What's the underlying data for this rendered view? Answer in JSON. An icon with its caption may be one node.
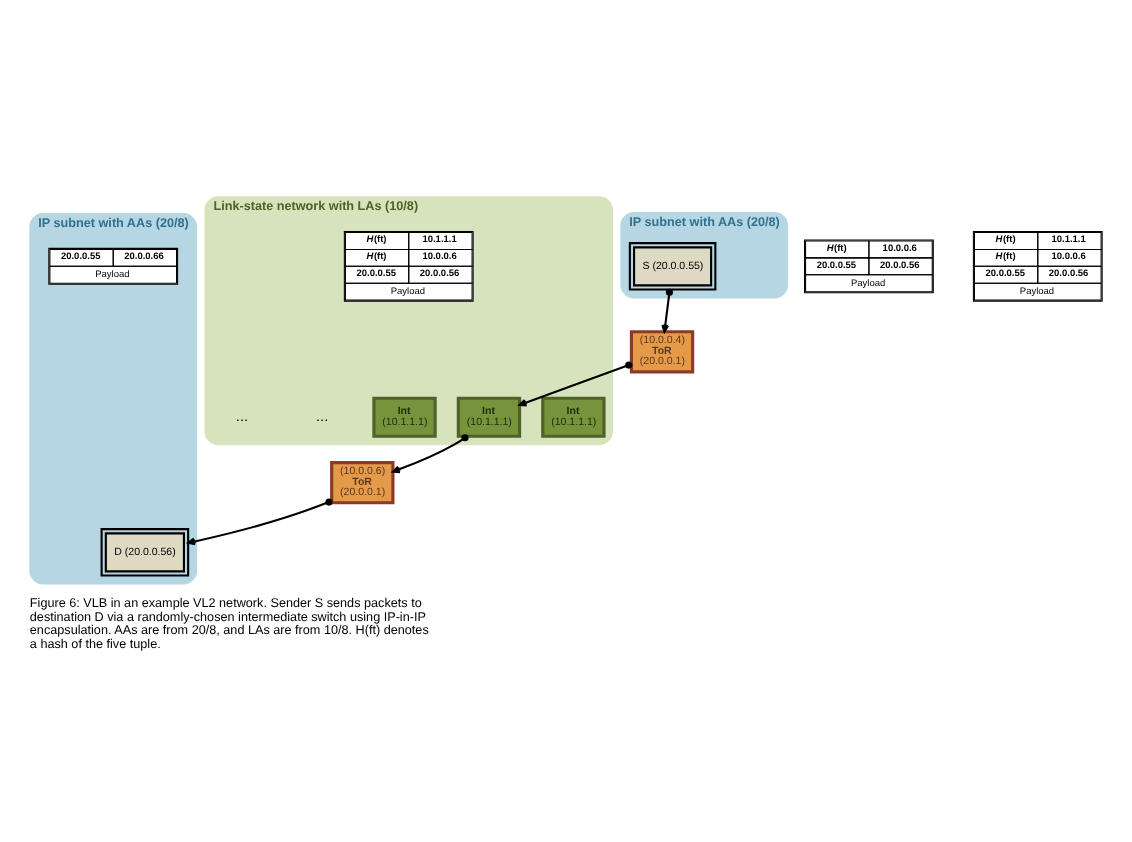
{
  "diagram": {
    "caption": "Figure 6: VLB in an example VL2 network. Sender S sends packets to destination D via a randomly-chosen intermediate switch using IP-in-IP encapsulation. AAs are from 20/8, and LAs are from 10/8. H(ft) denotes a hash of the five tuple.",
    "nodes": [
      {
        "text": [
          "Link-state network with LAs (10/8)"
        ]
      },
      {
        "text": [
          "Int",
          "(10.1.1.1)"
        ],
        "in": 0
      },
      {
        "text": [
          "Int",
          "(10.1.1.1)"
        ],
        "in": 0
      },
      {
        "text": [
          "Int",
          "(10.1.1.1)"
        ],
        "in": 0
      },
      {
        "text": [
          "*H*(ft)",
          "10.1.1.1",
          "*H*(ft)",
          "10.0.0.6",
          "20.0.0.55",
          "20.0.0.56",
          "Payload"
        ],
        "in": 0
      },
      {
        "text": [
          "*H*(ft)",
          "10.0.0.6",
          "20.0.0.55",
          "20.0.0.56",
          "Payload"
        ]
      },
      {
        "text": [
          "(10.0.0.4)",
          "ToR",
          "(20.0.0.1)"
        ]
      },
      {
        "text": [
          "(10.0.0.6)",
          "ToR",
          "(20.0.0.1)"
        ]
      },
      {
        "text": [
          "IP subnet with AAs (20/8)"
        ]
      },
      {
        "text": [
          "*H*(ft)",
          "10.1.1.1",
          "*H*(ft)",
          "10.0.0.6",
          "20.0.0.55",
          "20.0.0.56",
          "Payload"
        ]
      },
      {
        "text": [
          "S (20.0.0.55)"
        ],
        "in": 8
      },
      {
        "text": [
          "IP subnet with AAs (20/8)"
        ]
      },
      {
        "text": [
          "20.0.0.55",
          "20.0.0.66",
          "Payload"
        ],
        "in": 11
      },
      {
        "text": [
          "D (20.0.0.56)"
        ],
        "in": 11
      }
    ],
    "edges": [
      {
        "from": 10,
        "to": 6,
        "arrow": "to"
      },
      {
        "from": 6,
        "to": 2,
        "arrow": "to"
      },
      {
        "from": 2,
        "to": 7,
        "arrow": "to"
      },
      {
        "from": 7,
        "to": 13,
        "arrow": "to"
      }
    ],
    "labels": [
      "...",
      "..."
    ]
  }
}
